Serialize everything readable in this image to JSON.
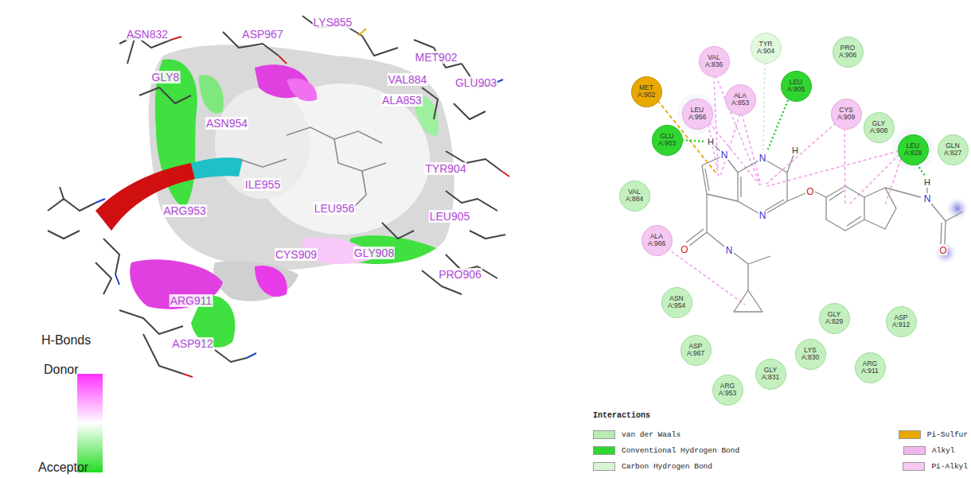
{
  "diagram": {
    "nodes": [
      {
        "text": [
          "VAL A:836"
        ]
      },
      {
        "text": [
          "TYR A:904"
        ]
      },
      {
        "text": [
          "PRO A:906"
        ]
      },
      {
        "text": [
          "MET A:902"
        ]
      },
      {
        "text": [
          "ALA A:853"
        ]
      },
      {
        "text": [
          "LEU A:905"
        ]
      },
      {
        "text": [
          "LEU A:956"
        ]
      },
      {
        "text": [
          "CYS A:909"
        ]
      },
      {
        "text": [
          "GLY A:908"
        ]
      },
      {
        "text": [
          "GLU A:903"
        ]
      },
      {
        "text": [
          "LEU A:828"
        ]
      },
      {
        "text": [
          "GLN A:827"
        ]
      },
      {
        "text": [
          "VAL A:884"
        ]
      },
      {
        "text": [
          "ALA A:966"
        ]
      },
      {
        "text": [
          "ASN A:954"
        ]
      },
      {
        "text": [
          "GLY A:829"
        ]
      },
      {
        "text": [
          "ASP A:912"
        ]
      },
      {
        "text": [
          "ASP A:967"
        ]
      },
      {
        "text": [
          "LYS A:830"
        ]
      },
      {
        "text": [
          "ARG A:911"
        ]
      },
      {
        "text": [
          "GLY A:831"
        ]
      },
      {
        "text": [
          "ARG A:953"
        ]
      }
    ],
    "labels": [
      "ASN832",
      "ASP967",
      "LYS855",
      "MET902",
      "GLY8",
      "VAL884",
      "GLU903",
      "ALA853",
      "TYR904",
      "ASN954",
      "ILE955",
      "ARG953",
      "LEU956",
      "LEU905",
      "CYS909",
      "GLY908",
      "PRO906",
      "ARG911",
      "ASP912",
      "H-Bonds",
      "Donor",
      "Acceptor",
      "N",
      "H",
      "N",
      "H",
      "N",
      "O",
      "O",
      "N",
      "N",
      "H",
      "O",
      "Interactions"
    ],
    "legend": [
      {
        "text": "van der Waals",
        "color": "#b8ecb4"
      },
      {
        "text": "Conventional Hydrogen Bond",
        "color": "#2fd62f"
      },
      {
        "text": "Carbon Hydrogen Bond",
        "color": "#d8f6d4"
      },
      {
        "text": "Pi-Sulfur",
        "color": "#e8a800"
      },
      {
        "text": "Alkyl",
        "color": "#f2b6ee"
      },
      {
        "text": "Pi-Alkyl",
        "color": "#f7c8f4"
      }
    ]
  }
}
